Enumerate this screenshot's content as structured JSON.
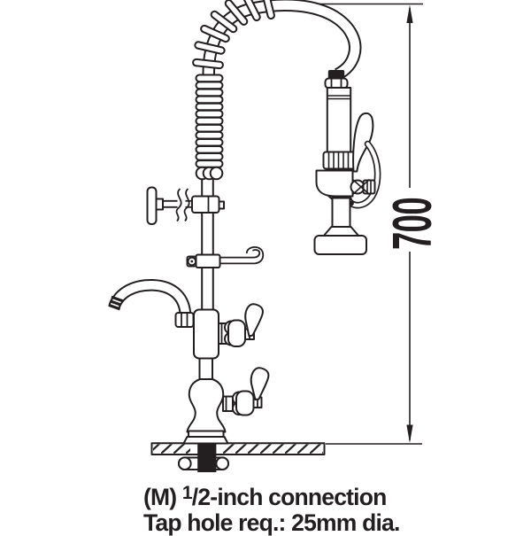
{
  "diagram": {
    "kind": "pre-rinse-faucet-dimension-drawing",
    "dimension": {
      "value": "700"
    },
    "notes": {
      "connection_prefix": "(M) ",
      "connection_frac_numerator": "1",
      "connection_frac_rest": "/2",
      "connection_suffix": "-inch connection",
      "tap_hole": "Tap hole req.: 25mm dia."
    },
    "colors": {
      "ink": "#231f20",
      "background": "#ffffff",
      "hose_shadow": "#b3b3b3"
    }
  }
}
